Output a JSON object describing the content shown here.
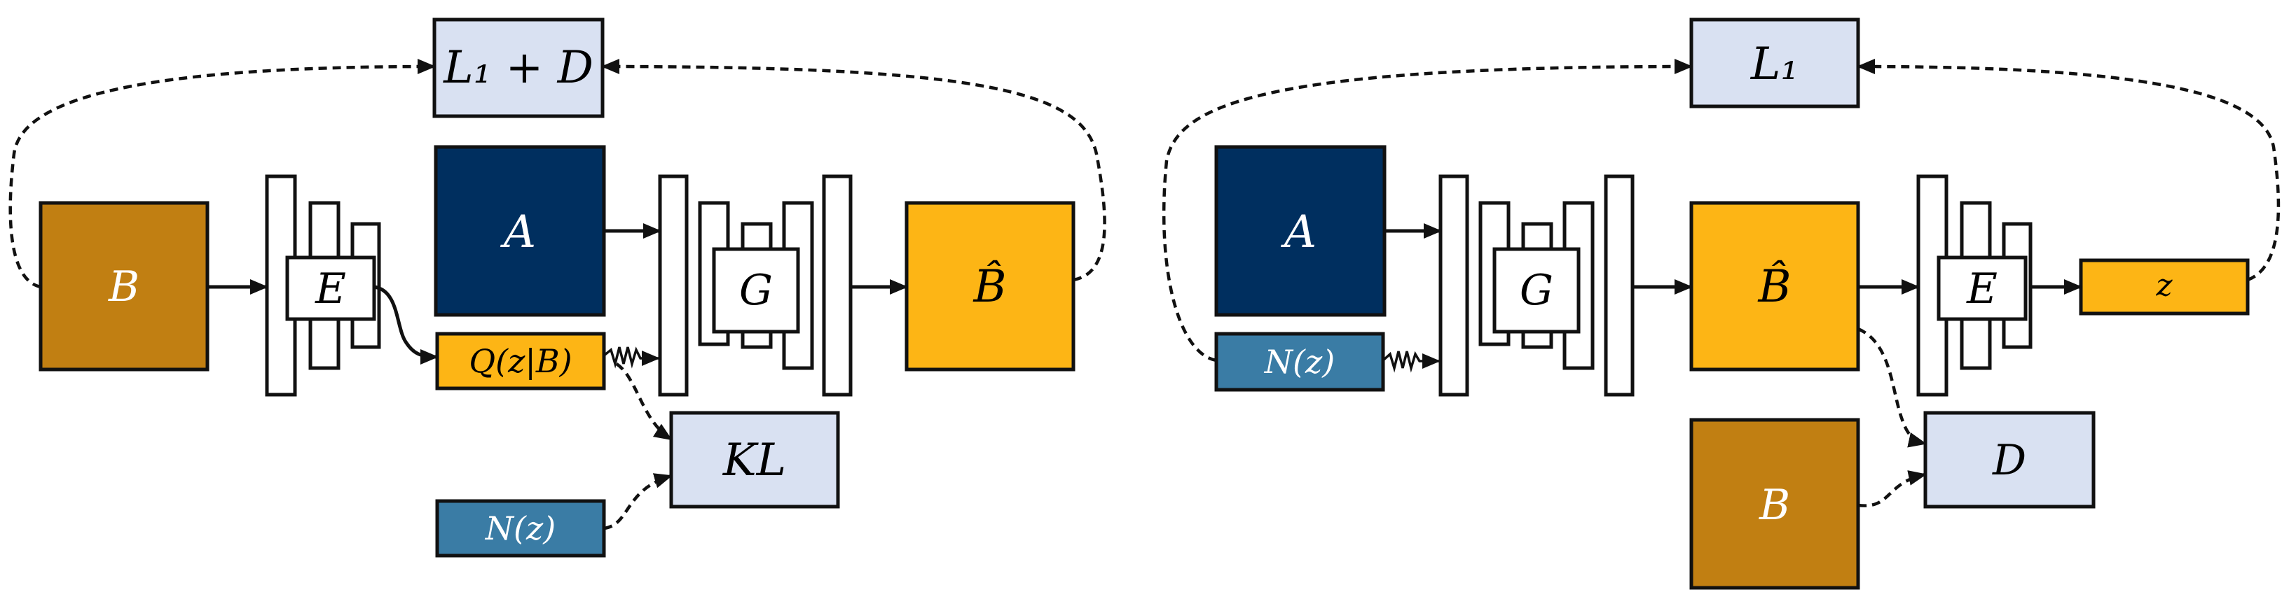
{
  "colors": {
    "dark_brown": "#C17F12",
    "orange": "#FDB515",
    "navy": "#002F5F",
    "steel_blue": "#3A7CA5",
    "light_lavender": "#D9E1F2"
  },
  "left_panel": {
    "loss_box": "L₁ + D",
    "input_b": "B",
    "encoder": "E",
    "posterior": "Q(z|B)",
    "prior": "N(z)",
    "kl": "KL",
    "input_a": "A",
    "generator": "G",
    "output_b_hat": "B̂"
  },
  "right_panel": {
    "loss_box": "L₁",
    "input_a": "A",
    "noise": "N(z)",
    "generator": "G",
    "output_b_hat": "B̂",
    "encoder": "E",
    "latent": "z",
    "real_b": "B",
    "discriminator": "D"
  }
}
